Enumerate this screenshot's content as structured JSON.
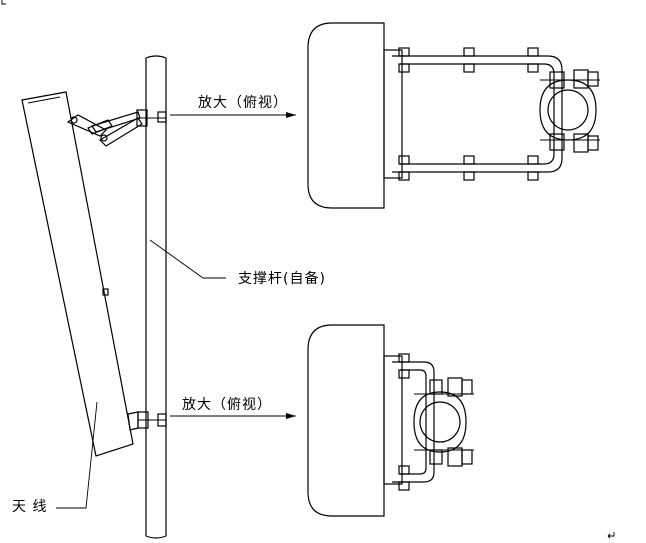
{
  "labels": {
    "magnify_top": "放大（俯视）",
    "magnify_bottom": "放大（俯视）",
    "support_pole": "支撑杆(自备)",
    "antenna": "天 线"
  },
  "colors": {
    "line": "#000000",
    "background": "#ffffff"
  }
}
